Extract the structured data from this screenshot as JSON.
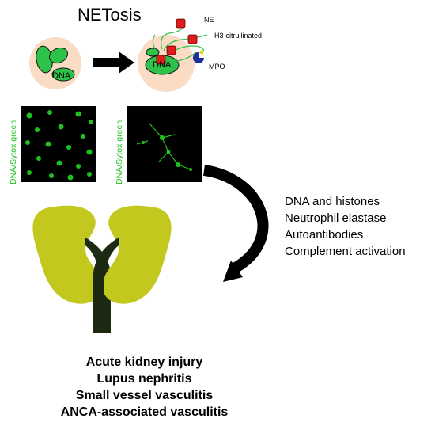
{
  "title": "NETosis",
  "labels": {
    "ne": "NE",
    "h3": "H3-citrullinated",
    "mpo": "MPO",
    "dna_left": "DNA",
    "dna_right": "DNA"
  },
  "micrographs": [
    {
      "stain": "DNA/Sytox green"
    },
    {
      "stain": "DNA/Sytox green"
    }
  ],
  "factors": [
    "DNA and histones",
    "Neutrophil elastase",
    "Autoantibodies",
    "Complement activation"
  ],
  "diseases": [
    "Acute kidney injury",
    "Lupus nephritis",
    "Small vessel vasculitis",
    "ANCA-associated vasculitis"
  ],
  "colors": {
    "cell": "#f9dcc3",
    "nucleus": "#2ec24a",
    "protein": "#e01b1b",
    "mpo": "#1e2f9a",
    "stain": "#1ec21e",
    "kidney": "#c2c81e",
    "ureter": "#1c2a12"
  }
}
